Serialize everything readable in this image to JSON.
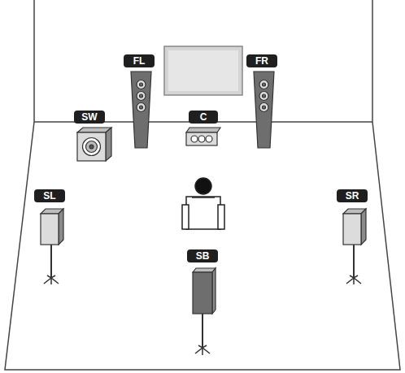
{
  "diagram": {
    "nodes": [
      {
        "text": [
          "FL"
        ]
      },
      {
        "text": [
          "FR"
        ]
      },
      {
        "text": [
          "SW"
        ]
      },
      {
        "text": [
          "C"
        ]
      },
      {
        "text": [
          "SL"
        ]
      },
      {
        "text": [
          "SR"
        ]
      },
      {
        "text": [
          "SB"
        ]
      }
    ]
  }
}
